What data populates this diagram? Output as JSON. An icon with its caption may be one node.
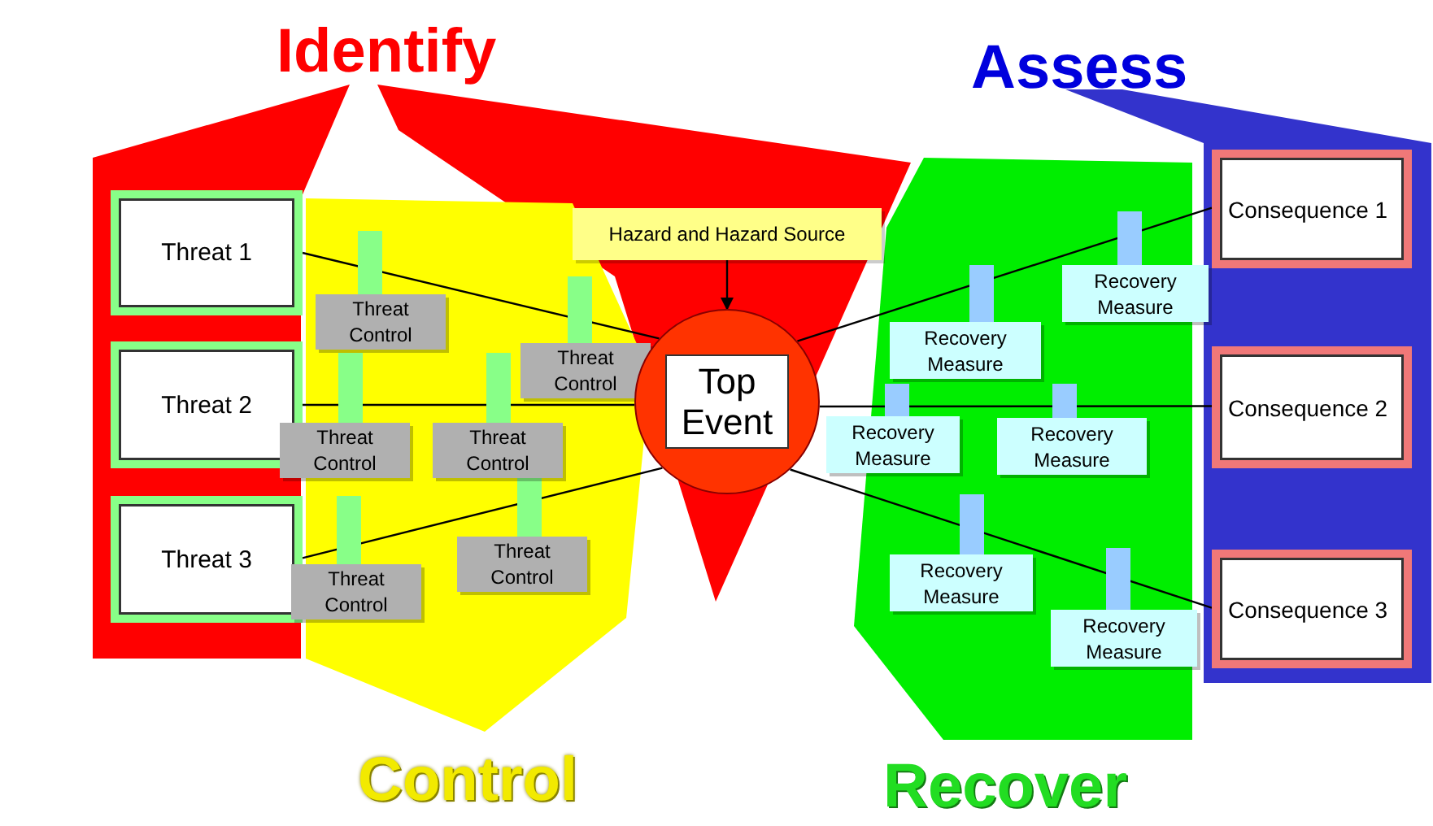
{
  "diagram": {
    "nodes": [
      {
        "text": [
          "Threat 1"
        ]
      },
      {
        "text": [
          "Threat 2"
        ]
      },
      {
        "text": [
          "Threat 3"
        ]
      },
      {
        "text": [
          "Threat Control"
        ]
      },
      {
        "text": [
          "Threat Control"
        ]
      },
      {
        "text": [
          "Threat Control"
        ]
      },
      {
        "text": [
          "Threat Control"
        ]
      },
      {
        "text": [
          "Threat Control"
        ]
      },
      {
        "text": [
          "Threat Control"
        ]
      },
      {
        "text": [
          "Hazard and Hazard Source"
        ]
      },
      {
        "text": [
          "Top Event"
        ]
      },
      {
        "text": [
          "Recovery Measure"
        ]
      },
      {
        "text": [
          "Recovery Measure"
        ]
      },
      {
        "text": [
          "Recovery Measure"
        ]
      },
      {
        "text": [
          "Recovery Measure"
        ]
      },
      {
        "text": [
          "Recovery Measure"
        ]
      },
      {
        "text": [
          "Recovery Measure"
        ]
      },
      {
        "text": [
          "Consequence 1"
        ]
      },
      {
        "text": [
          "Consequence 2"
        ]
      },
      {
        "text": [
          "Consequence 3"
        ]
      }
    ],
    "edges": [
      {
        "from": 0,
        "to": 10,
        "arrow": "none"
      },
      {
        "from": 1,
        "to": 10,
        "arrow": "none"
      },
      {
        "from": 2,
        "to": 10,
        "arrow": "none"
      },
      {
        "from": 9,
        "to": 10,
        "arrow": "to"
      },
      {
        "from": 10,
        "to": 17,
        "arrow": "none"
      },
      {
        "from": 10,
        "to": 18,
        "arrow": "none"
      },
      {
        "from": 10,
        "to": 19,
        "arrow": "none"
      }
    ],
    "labels": [
      "Identify",
      "Assess",
      "Control",
      "Recover"
    ]
  }
}
